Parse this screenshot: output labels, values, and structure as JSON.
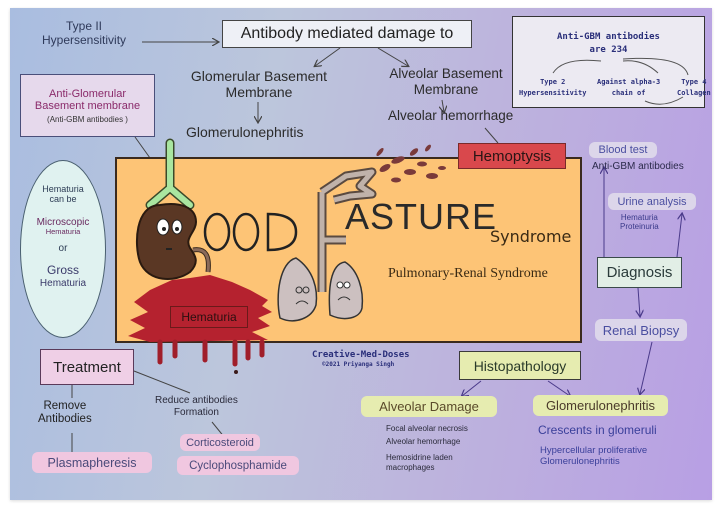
{
  "title": {
    "part1": "OOD",
    "part2": "ASTURE",
    "suffix": "Syndrome",
    "subtitle": "Pulmonary-Renal Syndrome"
  },
  "credits": {
    "brand": "Creative-Med-Doses",
    "copyright": "©2021 Priyanga Singh"
  },
  "top": {
    "type2": [
      "Type II",
      "Hypersensitivity"
    ],
    "antibody_box": "Antibody mediated damage to",
    "gbm": [
      "Glomerular Basement",
      "Membrane"
    ],
    "glomerulonephritis": "Glomerulonephritis",
    "abm": [
      "Alveolar Basement",
      "Membrane"
    ],
    "alveolar_hemorrhage": "Alveolar hemorrhage",
    "hemoptysis": "Hemoptysis"
  },
  "anti_gbm_box": {
    "line1": "Anti-Glomerular",
    "line2": "Basement membrane",
    "line3": "(Anti-GBM antibodies )"
  },
  "info_box": {
    "title": [
      "Anti-GBM antibodies",
      "are 234"
    ],
    "items": [
      [
        "Type 2",
        "Hypersensitivity"
      ],
      [
        "Against alpha-3",
        "chain of"
      ],
      [
        "Type 4",
        "Collagen"
      ]
    ]
  },
  "hematuria_oval": {
    "lines": [
      "Hematuria",
      "can be",
      "Microscopic",
      "Hematuria",
      "or",
      "Gross",
      "Hematuria"
    ]
  },
  "hematuria_label": "Hematuria",
  "diagnosis": {
    "label": "Diagnosis",
    "blood_test": "Blood test",
    "blood_test_detail": "Anti-GBM antibodies",
    "urine_analysis": "Urine analysis",
    "urine_details": [
      "Hematuria",
      "Proteinuria"
    ],
    "renal_biopsy": "Renal Biopsy"
  },
  "treatment": {
    "label": "Treatment",
    "remove": [
      "Remove",
      "Antibodies"
    ],
    "plasmapheresis": "Plasmapheresis",
    "reduce": [
      "Reduce antibodies",
      "Formation"
    ],
    "corticosteroid": "Corticosteroid",
    "cyclophosphamide": "Cyclophosphamide"
  },
  "histopathology": {
    "label": "Histopathology",
    "alveolar_damage": "Alveolar Damage",
    "alveolar_details": [
      "Focal alveolar necrosis",
      "Alveolar hemorrhage",
      "Hemosidrine laden",
      "macrophages"
    ],
    "glomerulonephritis": "Glomerulonephritis",
    "crescents": "Crescents in glomeruli",
    "hypercellular": [
      "Hypercellular proliferative",
      "Glomerulonephritis"
    ]
  },
  "colors": {
    "banner_bg": "#fdc476",
    "hemoptysis_bg": "#d9484c",
    "kidney": "#5a3724",
    "antibody": "#a9e6a0",
    "blood": "#b5222f",
    "pink_pill": "#f0c7e0",
    "yellow_pill": "#e6ecb0",
    "navy_text": "#3a3f9a",
    "magenta_text": "#8a2a6a"
  }
}
